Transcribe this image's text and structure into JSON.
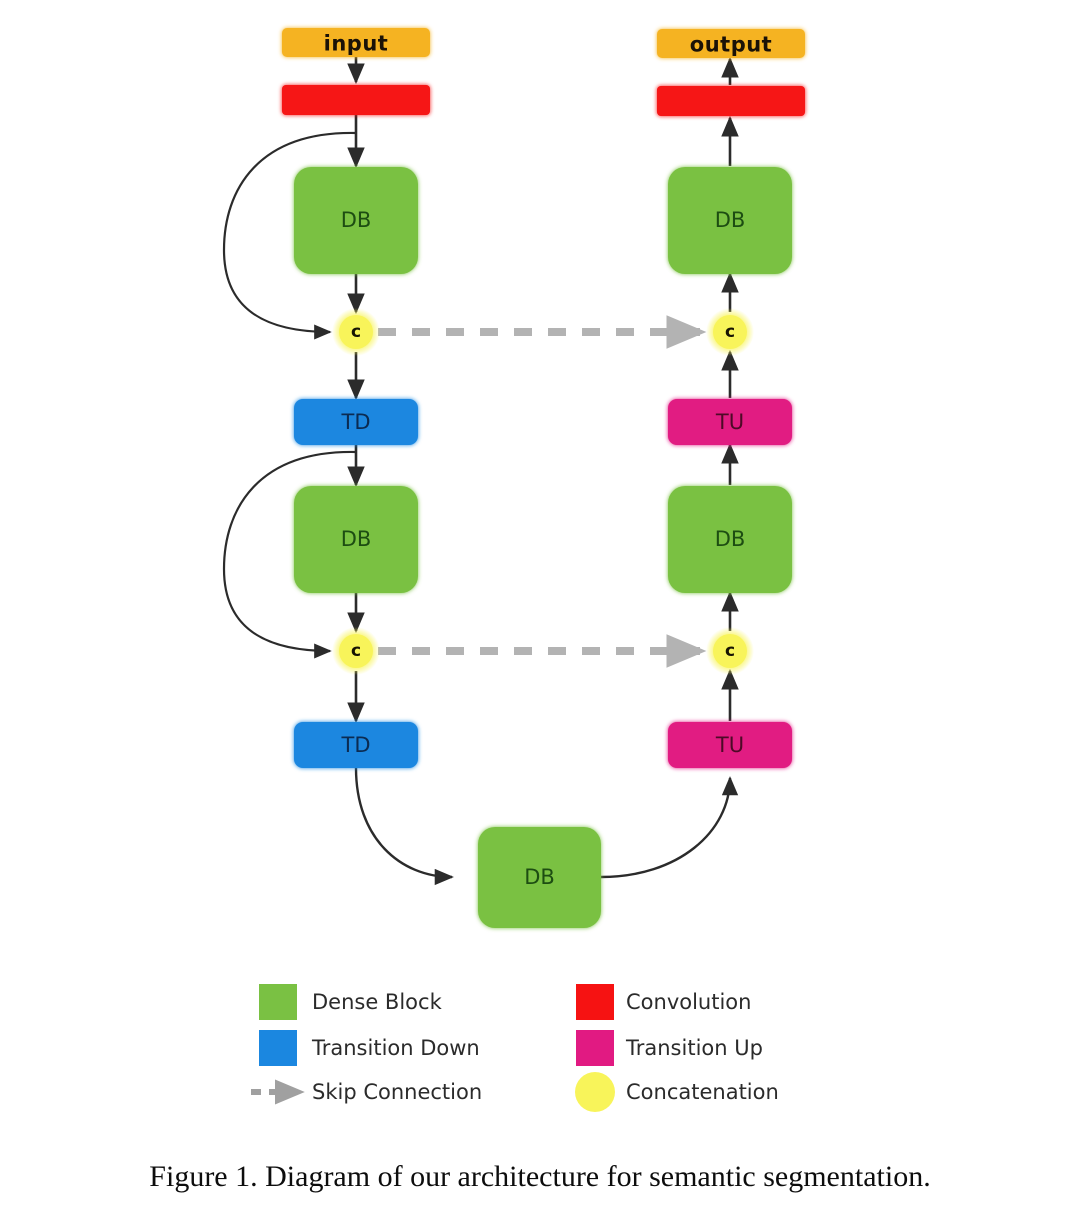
{
  "figure": {
    "caption": "Figure 1. Diagram of our architecture for semantic segmentation."
  },
  "colors": {
    "dense_block": "#7ac143",
    "transition_down": "#1b87e0",
    "transition_up": "#e11a82",
    "convolution": "#f61212",
    "concatenation": "#f8f45a",
    "input_output": "#f5b321",
    "skip_connection": "#b3b3b3",
    "arrow": "#2b2b2b",
    "background": "#ffffff"
  },
  "diagram": {
    "input_label": "input",
    "output_label": "output",
    "dense_block_label": "DB",
    "transition_down_label": "TD",
    "transition_up_label": "TU",
    "concatenation_label": "c",
    "encoder_nodes": [
      {
        "type": "input",
        "label": "input"
      },
      {
        "type": "convolution",
        "label": ""
      },
      {
        "type": "dense-block",
        "label": "DB"
      },
      {
        "type": "concatenation",
        "label": "c"
      },
      {
        "type": "transition-down",
        "label": "TD"
      },
      {
        "type": "dense-block",
        "label": "DB"
      },
      {
        "type": "concatenation",
        "label": "c"
      },
      {
        "type": "transition-down",
        "label": "TD"
      }
    ],
    "bottleneck": {
      "type": "dense-block",
      "label": "DB"
    },
    "decoder_nodes": [
      {
        "type": "transition-up",
        "label": "TU"
      },
      {
        "type": "concatenation",
        "label": "c"
      },
      {
        "type": "dense-block",
        "label": "DB"
      },
      {
        "type": "transition-up",
        "label": "TU"
      },
      {
        "type": "concatenation",
        "label": "c"
      },
      {
        "type": "dense-block",
        "label": "DB"
      },
      {
        "type": "convolution",
        "label": ""
      },
      {
        "type": "output",
        "label": "output"
      }
    ],
    "skip_connection_count": 2
  },
  "legend": {
    "left_column": [
      {
        "marker": "square",
        "color": "#7ac143",
        "label": "Dense Block"
      },
      {
        "marker": "square",
        "color": "#1b87e0",
        "label": "Transition Down"
      },
      {
        "marker": "dashed-arrow",
        "color": "#b3b3b3",
        "label": "Skip Connection"
      }
    ],
    "right_column": [
      {
        "marker": "square",
        "color": "#f61212",
        "label": "Convolution"
      },
      {
        "marker": "square",
        "color": "#e11a82",
        "label": "Transition Up"
      },
      {
        "marker": "circle",
        "color": "#f8f45a",
        "label": "Concatenation"
      }
    ]
  }
}
